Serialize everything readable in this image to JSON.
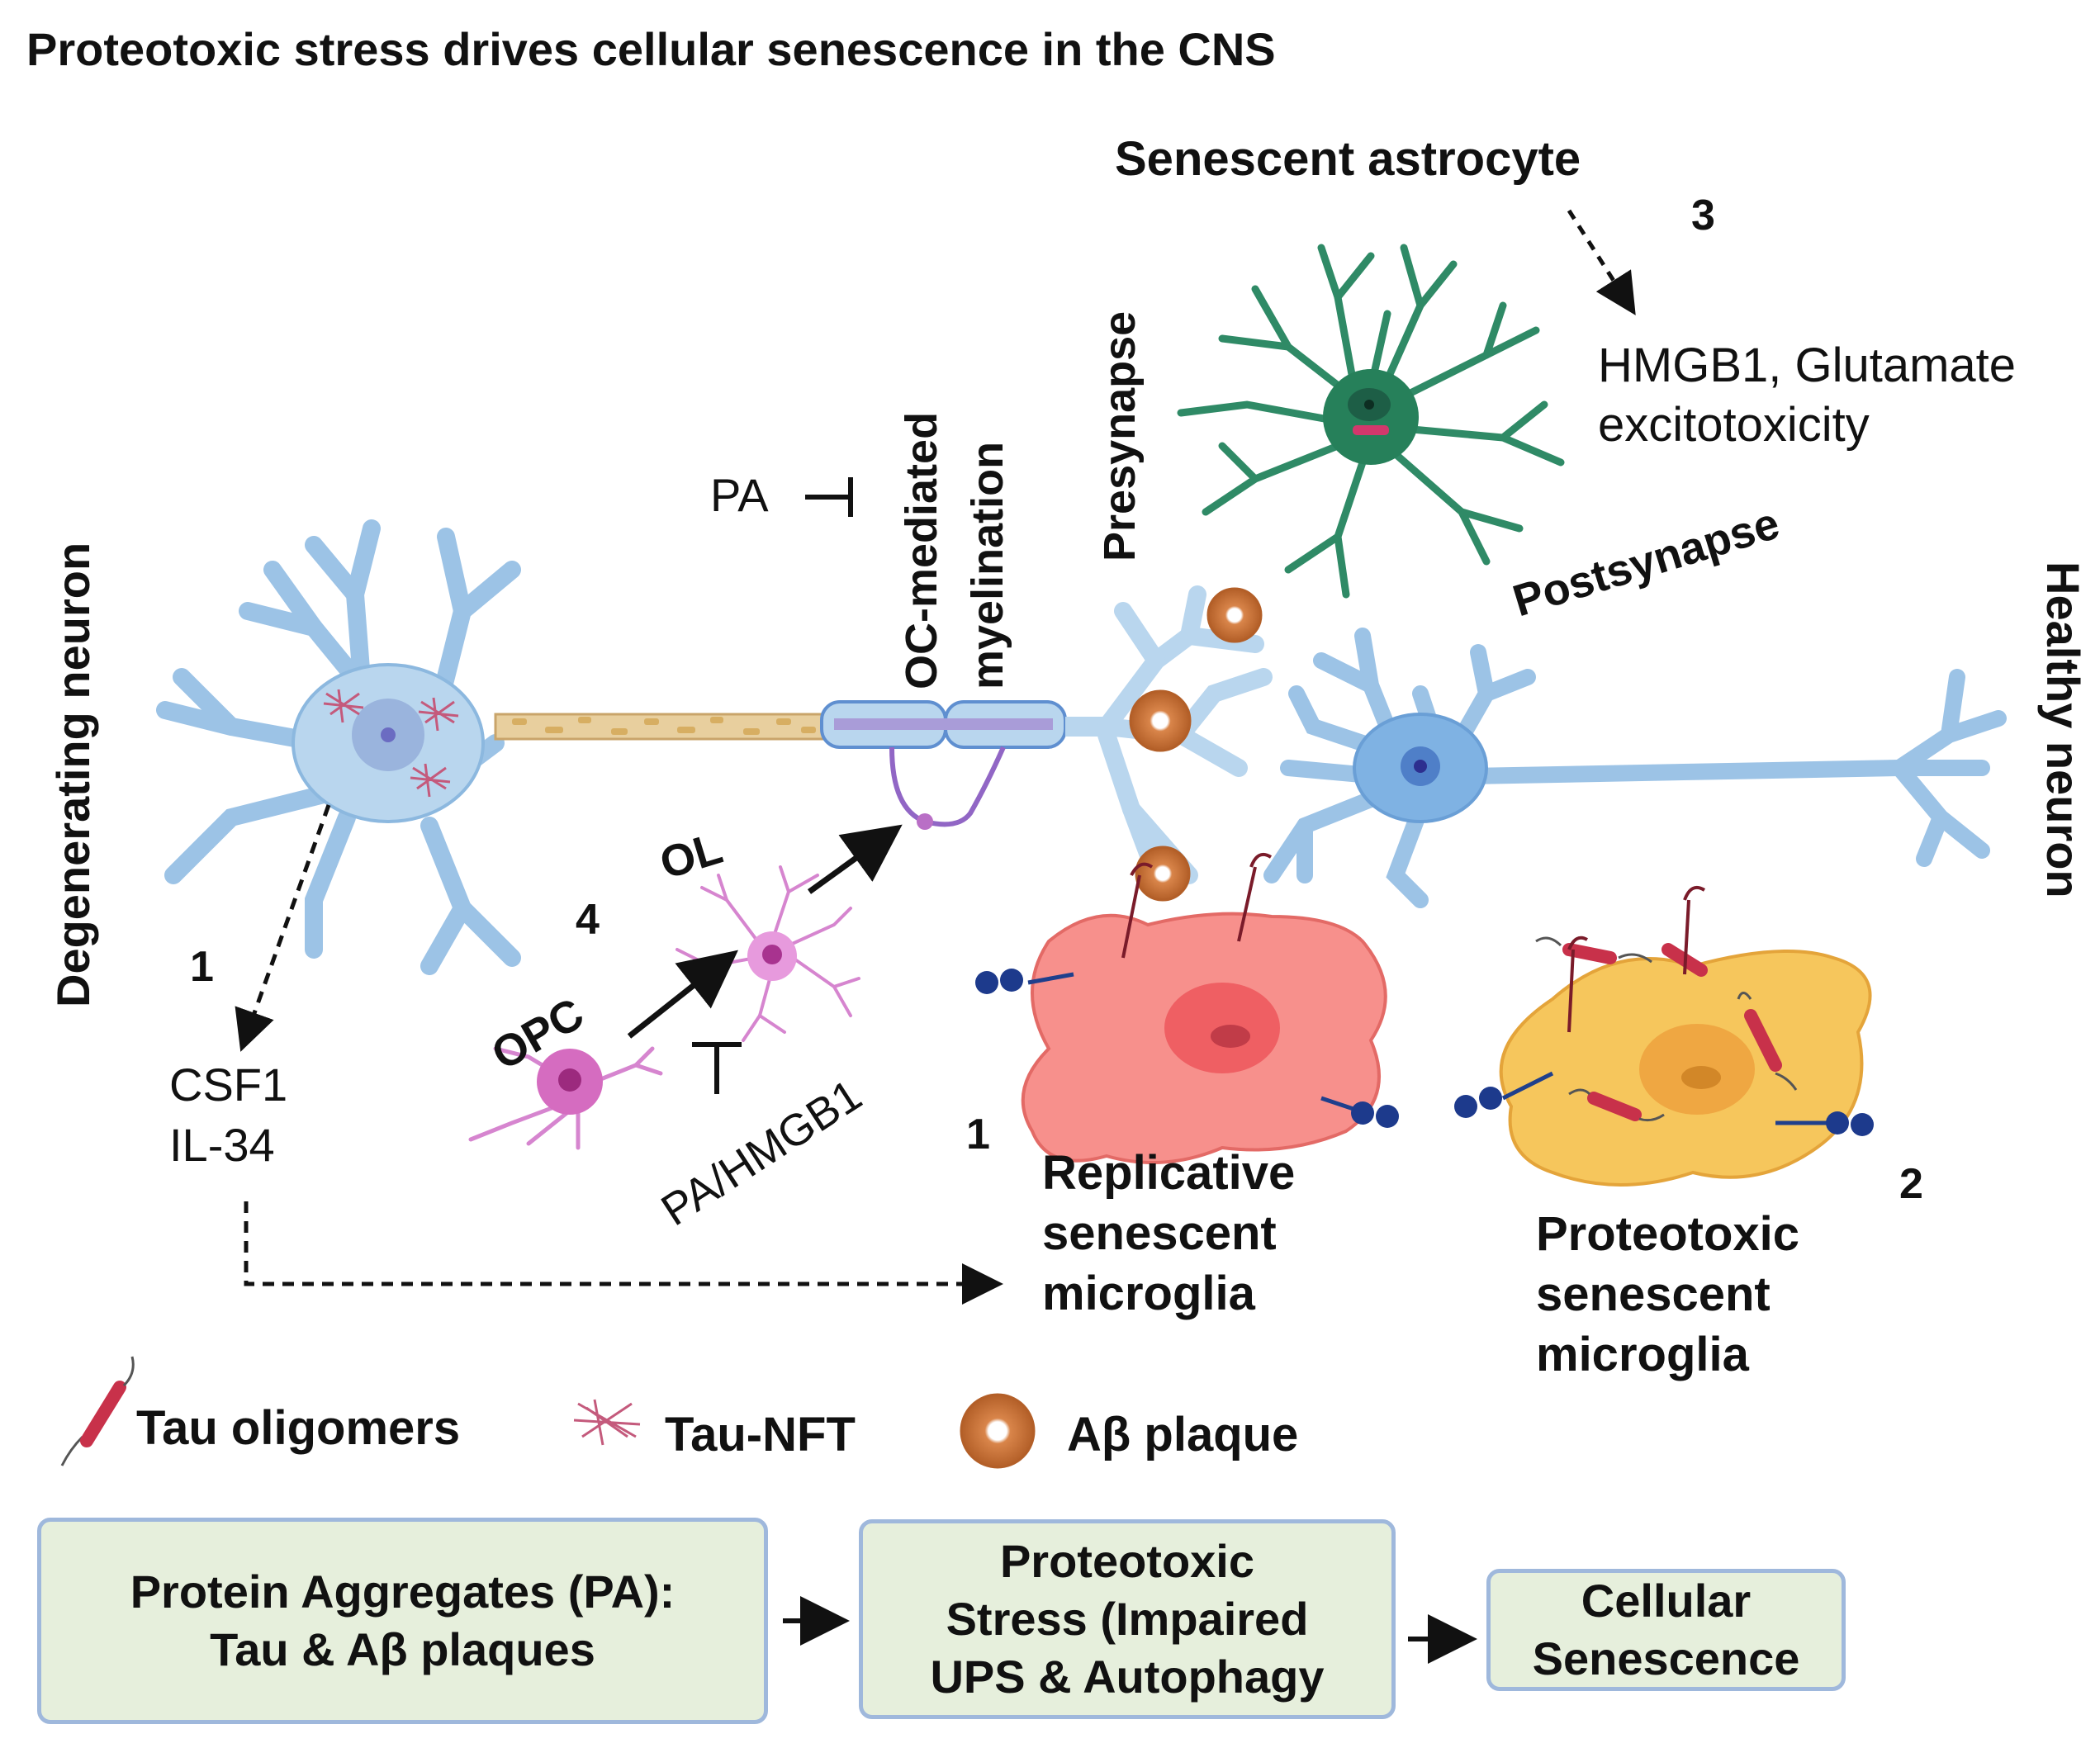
{
  "title": "Proteotoxic stress drives cellular senescence in the CNS",
  "labels": {
    "senescent_astrocyte": "Senescent astrocyte",
    "step_3": "3",
    "astrocyte_output": "HMGB1, Glutamate",
    "astrocyte_output_2": "excitotoxicity",
    "presynapse": "Presynapse",
    "postsynapse": "Postsynapse",
    "oc_mediated": "OC-mediated",
    "myelination": "myelination",
    "pa": "PA",
    "degenerating_neuron": "Degenerating neuron",
    "healthy_neuron": "Healthy neuron",
    "step_1_left": "1",
    "csf1": "CSF1",
    "il34": "IL-34",
    "ol": "OL",
    "step_4": "4",
    "opc": "OPC",
    "pa_hmgb1": "PA/HMGB1",
    "step_1_mid": "1",
    "replicative_1": "Replicative",
    "replicative_2": "senescent",
    "replicative_3": "microglia",
    "step_2": "2",
    "proteotoxic_1": "Proteotoxic",
    "proteotoxic_2": "senescent",
    "proteotoxic_3": "microglia"
  },
  "legend": {
    "tau_oligomers": "Tau oligomers",
    "tau_nft": "Tau-NFT",
    "abeta_plaque": "Aβ plaque"
  },
  "flow": {
    "box1_line1": "Protein Aggregates (PA):",
    "box1_line2": "Tau & Aβ plaques",
    "box2_line1": "Proteotoxic",
    "box2_line2": "Stress (Impaired",
    "box2_line3": "UPS & Autophagy",
    "box3_line1": "Cellular",
    "box3_line2": "Senescence"
  },
  "colors": {
    "neuron": "#b9d6ee",
    "neuron_outline": "#7fb0d9",
    "astrocyte": "#2f8a66",
    "oligodendrocyte": "#d685cf",
    "replicative_microglia": "#f7908c",
    "proteotoxic_microglia": "#f6c65c",
    "plaque": "#c8733a",
    "tau": "#c8314a",
    "box_fill": "#e6efdc",
    "box_border": "#9fb8dc"
  }
}
